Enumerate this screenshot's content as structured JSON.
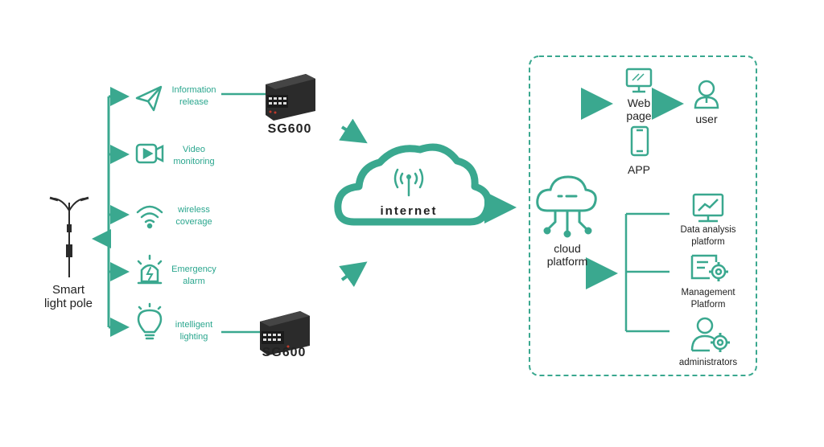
{
  "colors": {
    "accent": "#3aa88f",
    "text_dark": "#222222",
    "device": "#2b2b2b"
  },
  "pole": {
    "label": "Smart\nlight pole",
    "icon": "street-light-icon"
  },
  "services": [
    {
      "label": "Information\nrelease",
      "icon": "paper-plane-icon"
    },
    {
      "label": "Video\nmonitoring",
      "icon": "video-camera-icon"
    },
    {
      "label": "wireless\ncoverage",
      "icon": "wifi-icon"
    },
    {
      "label": "Emergency\nalarm",
      "icon": "alarm-siren-icon"
    },
    {
      "label": "intelligent\nlighting",
      "icon": "light-bulb-icon"
    }
  ],
  "gateways": [
    {
      "label": "SG600",
      "icon": "router-device-icon"
    },
    {
      "label": "SG600",
      "icon": "router-device-icon"
    }
  ],
  "internet": {
    "label": "internet",
    "icon": "cloud-antenna-icon"
  },
  "cloud_platform": {
    "label": "cloud\nplatform",
    "icon": "cloud-network-icon"
  },
  "web_page": {
    "label": "Web\npage",
    "icon": "monitor-icon"
  },
  "app": {
    "label": "APP",
    "icon": "smartphone-icon"
  },
  "user": {
    "label": "user",
    "icon": "user-icon"
  },
  "data_analysis": {
    "label": "Data analysis\nplatform",
    "icon": "chart-monitor-icon"
  },
  "management": {
    "label": "Management\nPlatform",
    "icon": "gear-screen-icon"
  },
  "administrators": {
    "label": "administrators",
    "icon": "admin-gear-icon"
  }
}
